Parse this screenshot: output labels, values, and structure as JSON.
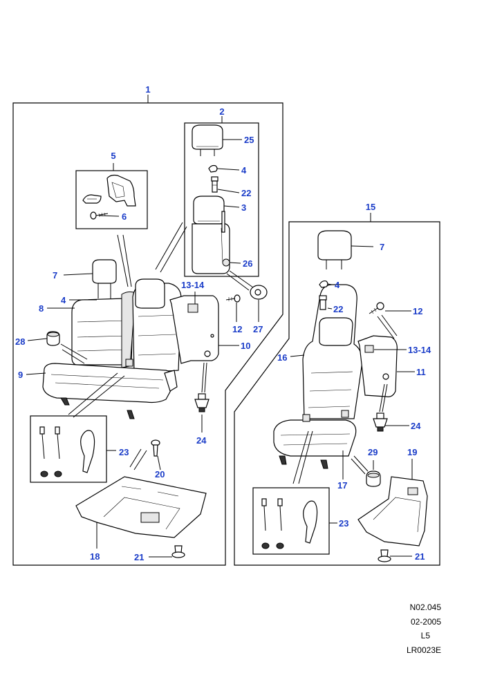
{
  "colors": {
    "callout": "#1a3cc8",
    "line": "#000000"
  },
  "callouts": {
    "c1": "1",
    "c2": "2",
    "c3": "3",
    "c4a": "4",
    "c4b": "4",
    "c4c": "4",
    "c5": "5",
    "c6": "6",
    "c7a": "7",
    "c7b": "7",
    "c8": "8",
    "c9": "9",
    "c10": "10",
    "c11": "11",
    "c12a": "12",
    "c12b": "12",
    "c1314a": "13-14",
    "c1314b": "13-14",
    "c15": "15",
    "c16": "16",
    "c17": "17",
    "c18": "18",
    "c19": "19",
    "c20": "20",
    "c21a": "21",
    "c21b": "21",
    "c22a": "22",
    "c22b": "22",
    "c23a": "23",
    "c23b": "23",
    "c24a": "24",
    "c24b": "24",
    "c25": "25",
    "c26": "26",
    "c27": "27",
    "c28": "28",
    "c29": "29"
  },
  "reference": {
    "code": "N02.045",
    "date": "02-2005",
    "model": "L5",
    "illustration": "LR0023E"
  }
}
